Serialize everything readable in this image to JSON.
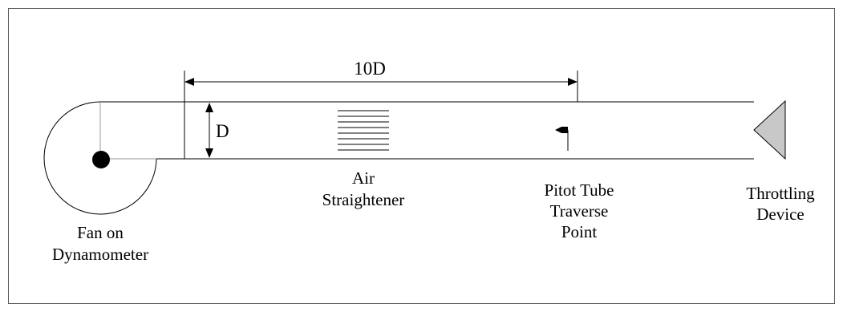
{
  "dimensions": {
    "length_label": "10D",
    "diameter_label": "D"
  },
  "labels": {
    "fan_line1": "Fan on",
    "fan_line2": "Dynamometer",
    "straightener_line1": "Air",
    "straightener_line2": "Straightener",
    "pitot_line1": "Pitot Tube",
    "pitot_line2": "Traverse",
    "pitot_line3": "Point",
    "throttle_line1": "Throttling",
    "throttle_line2": "Device"
  },
  "colors": {
    "stroke": "#000000",
    "frame": "#555555",
    "throttle_fill": "#c8c8c8",
    "fan_hub": "#000000"
  }
}
